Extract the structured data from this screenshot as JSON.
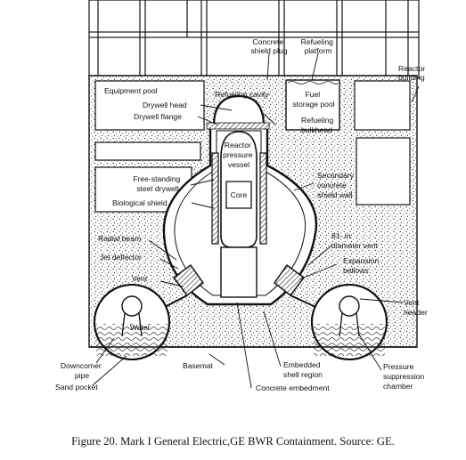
{
  "labels": {
    "concrete_shield_plug": [
      "Concrete",
      "shield plug"
    ],
    "refueling_platform": [
      "Refueling",
      "platform"
    ],
    "reactor_building": [
      "Reactor",
      "building"
    ],
    "equipment_pool": "Equipment pool",
    "drywell_head": "Drywell head",
    "drywell_flange": "Drywell flange",
    "refueling_cavity": "Refueling cavity",
    "fuel_storage_pool": [
      "Fuel",
      "storage pool"
    ],
    "refueling_bulkhead": [
      "Refueling",
      "bulkhead"
    ],
    "reactor_pressure_vessel": [
      "Reactor",
      "pressure",
      "vessel"
    ],
    "core": "Core",
    "free_standing_steel_drywell": [
      "Free-standing",
      "steel drywell"
    ],
    "biological_shield": "Biological shield",
    "secondary_concrete_shield_wall": [
      "Secondary",
      "concrete",
      "shield wall"
    ],
    "radial_beam": "Radial beam",
    "jet_deflector": "Jet deflector",
    "vent_81in": [
      "81- in.",
      "diameter vent"
    ],
    "expansion_bellows": [
      "Expansion",
      "bellows"
    ],
    "vent": "Vent",
    "vent_header": [
      "Vent",
      "header"
    ],
    "water": "Water",
    "downcomer_pipe": [
      "Downcomer",
      "pipe"
    ],
    "sand_pocket": "Sand pocket",
    "basemat": "Basemat",
    "embedded_shell_region": [
      "Embedded",
      "shell region"
    ],
    "concrete_embedment": "Concrete embedment",
    "pressure_suppression_chamber": [
      "Pressure",
      "suppression",
      "chamber"
    ]
  },
  "caption": "Figure 20.  Mark I General Electric,GE BWR Containment. Source: GE."
}
